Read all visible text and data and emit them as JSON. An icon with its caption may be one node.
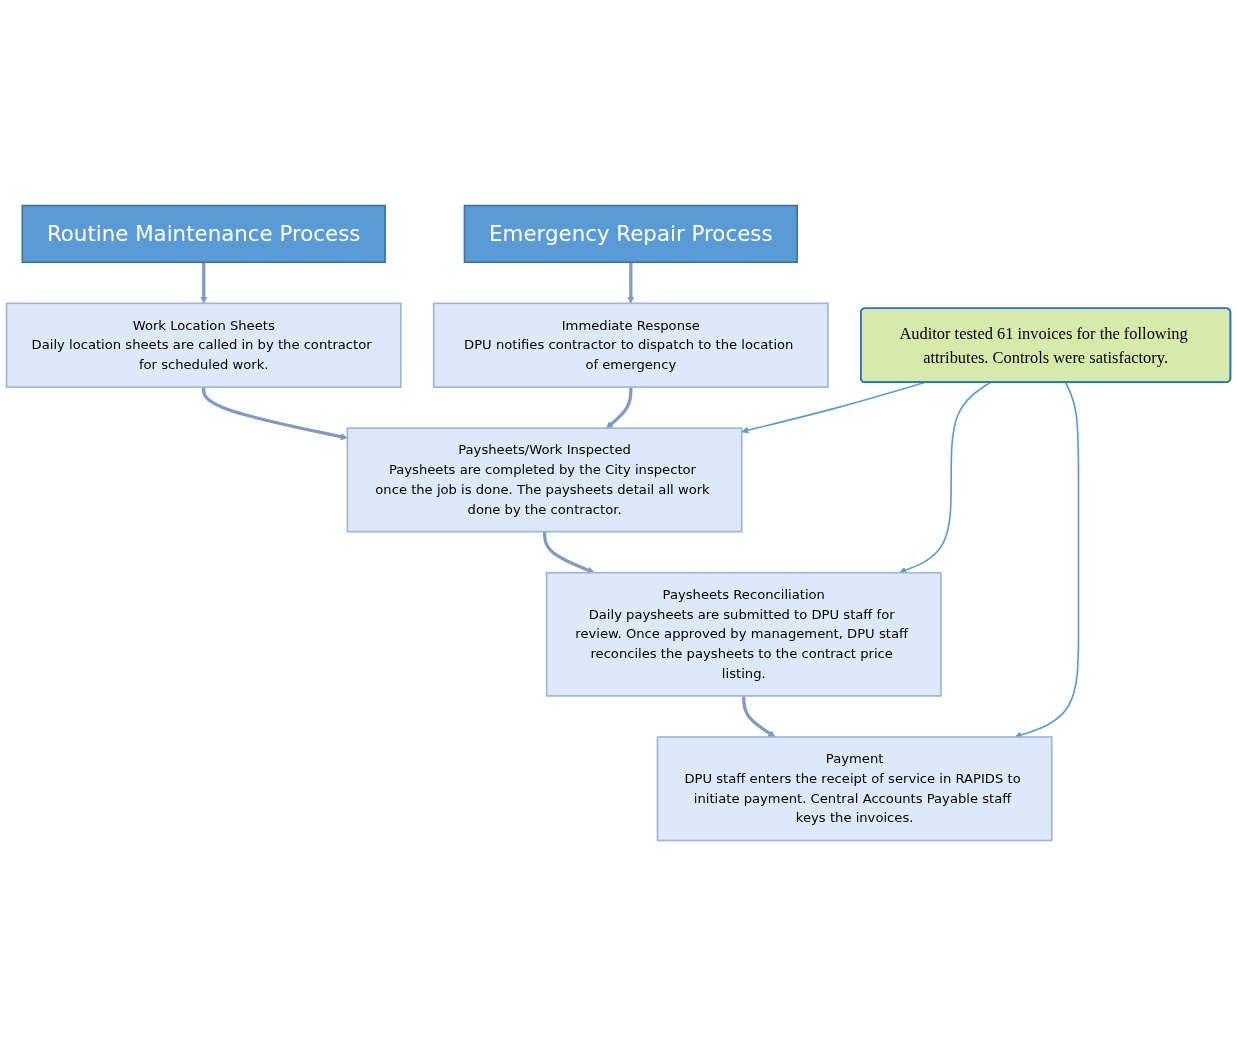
{
  "diagram": {
    "nodes": [
      {
        "text": [
          "Routine Maintenance Process"
        ]
      },
      {
        "text": [
          "Emergency Repair Process"
        ]
      },
      {
        "text": [
          "Work Location Sheets",
          "Daily location sheets are called in by the contractor for scheduled work."
        ]
      },
      {
        "text": [
          "Immediate Response",
          "DPU notifies contractor to dispatch to the location of emergency"
        ]
      },
      {
        "text": [
          "Paysheets/Work Inspected",
          "Paysheets are completed by the City inspector once the job is done. The paysheets detail all work done by the contractor."
        ]
      },
      {
        "text": [
          "Paysheets Reconciliation",
          "Daily paysheets are submitted to DPU staff for review. Once approved by management, DPU staff reconciles the paysheets to the contract price listing."
        ]
      },
      {
        "text": [
          "Payment",
          "DPU staff enters the receipt of service in RAPIDS to initiate payment. Central Accounts Payable staff keys the invoices."
        ]
      },
      {
        "text": [
          "Auditor tested 61 invoices for the following attributes. Controls were satisfactory."
        ]
      }
    ],
    "edges": [
      {
        "from": 0,
        "to": 2,
        "arrow": "to"
      },
      {
        "from": 1,
        "to": 3,
        "arrow": "to"
      },
      {
        "from": 2,
        "to": 4,
        "arrow": "to"
      },
      {
        "from": 3,
        "to": 4,
        "arrow": "to"
      },
      {
        "from": 4,
        "to": 5,
        "arrow": "to"
      },
      {
        "from": 5,
        "to": 6,
        "arrow": "to"
      },
      {
        "from": 7,
        "to": 4,
        "arrow": "to",
        "color": "#5b9bd5"
      },
      {
        "from": 7,
        "to": 5,
        "arrow": "to",
        "color": "#5b9bd5"
      },
      {
        "from": 7,
        "to": 6,
        "arrow": "to",
        "color": "#5b9bd5"
      }
    ]
  }
}
